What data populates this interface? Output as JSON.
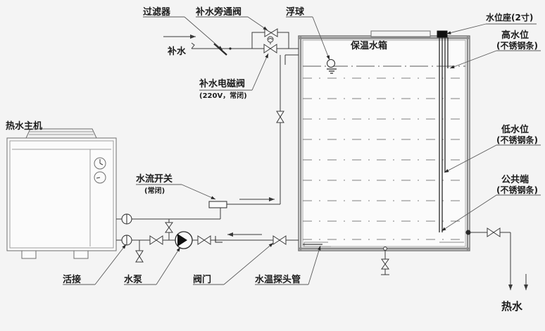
{
  "diagram": {
    "title_kind": "air-source-heat-pump-hot-water-system-schematic",
    "colors": {
      "background": "#f4f4f4",
      "line": "#3a3a3a",
      "line_light": "#7a7a7a",
      "text": "#1c1c1c",
      "fill_light": "#fbfbfb",
      "fill_gray": "#d8d8d8",
      "solid": "#111111"
    }
  },
  "labels": {
    "filter": "过滤器",
    "makeup_bypass_valve": "补水旁通阀",
    "float_ball": "浮球",
    "water_level_seat": "水位座(2寸)",
    "high_level": "高水位",
    "high_level_sub": "(不锈钢条)",
    "low_level": "低水位",
    "low_level_sub": "(不锈钢条)",
    "common_end": "公共端",
    "common_end_sub": "(不锈钢条)",
    "makeup_water": "补水",
    "makeup_solenoid_valve": "补水电磁阀",
    "makeup_solenoid_spec": "(220V，常闭)",
    "insulated_tank": "保温水箱",
    "hot_water_main_unit": "热水主机",
    "flow_switch": "水流开关",
    "flow_switch_spec": "(常闭)",
    "union": "活接",
    "pump": "水泵",
    "valve": "阀门",
    "temp_probe_tube": "水温探头管",
    "hot_water_out": "热水"
  },
  "components": {
    "gauges": [
      "pressure-gauge",
      "thermometer"
    ],
    "valve_symbols": [
      "bypass-gate-valve",
      "solenoid-valve",
      "check-valve",
      "drain-valve",
      "outlet-gate-valve"
    ],
    "tank": {
      "name": "insulated-water-tank",
      "water_level_rods": [
        "high-level-rod",
        "low-level-rod",
        "common-end-rod"
      ]
    },
    "flow_arrows": [
      "makeup-inlet-arrow",
      "return-arrow-upper",
      "supply-arrow-lower",
      "hot-water-down-arrow"
    ]
  }
}
